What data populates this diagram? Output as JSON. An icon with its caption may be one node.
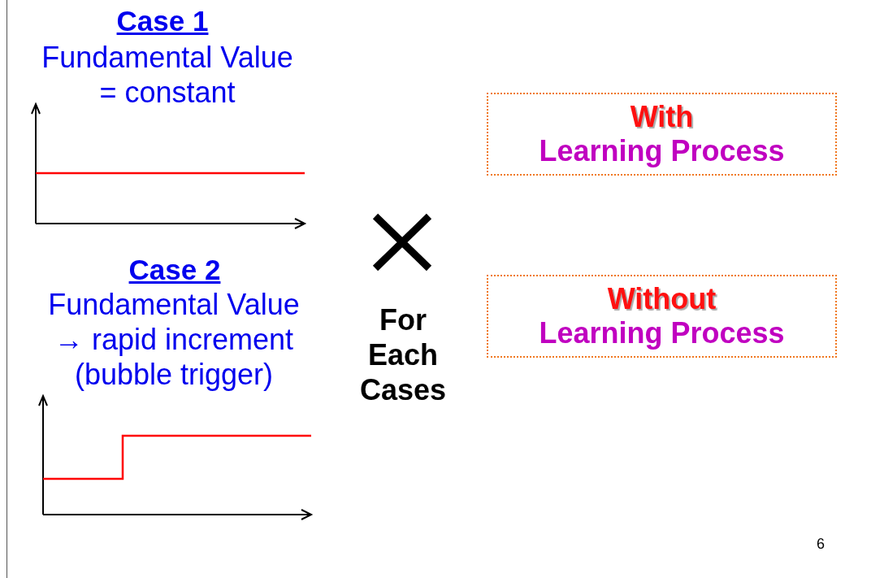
{
  "diagram": {
    "nodes": [
      {
        "text": [
          "With",
          "Learning Process"
        ]
      },
      {
        "text": [
          "Without",
          "Learning Process"
        ]
      }
    ],
    "labels": [
      "Case 1",
      "Fundamental Value = constant",
      "Case 2",
      "Fundamental Value → rapid increment (bubble trigger)",
      "For Each Cases",
      "6"
    ]
  }
}
